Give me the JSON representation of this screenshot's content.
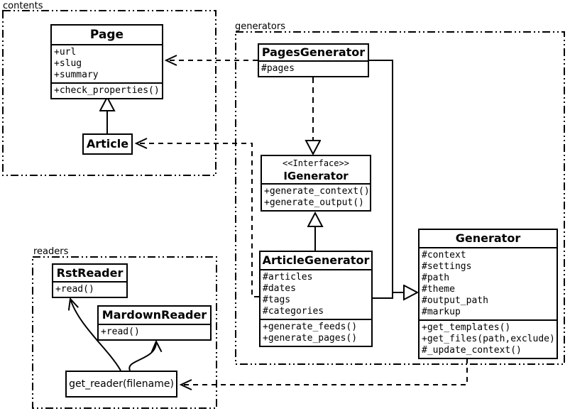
{
  "packages": {
    "contents": {
      "label": "contents"
    },
    "generators": {
      "label": "generators"
    },
    "readers": {
      "label": "readers"
    }
  },
  "classes": {
    "page": {
      "name": "Page",
      "attrs": [
        "+url",
        "+slug",
        "+summary"
      ],
      "methods": [
        "+check_properties()"
      ]
    },
    "article": {
      "name": "Article"
    },
    "pages_generator": {
      "name": "PagesGenerator",
      "attrs": [
        "#pages"
      ]
    },
    "igenerator": {
      "stereotype": "<<Interface>>",
      "name": "IGenerator",
      "methods": [
        "+generate_context()",
        "+generate_output()"
      ]
    },
    "article_generator": {
      "name": "ArticleGenerator",
      "attrs": [
        "#articles",
        "#dates",
        "#tags",
        "#categories"
      ],
      "methods": [
        "+generate_feeds()",
        "+generate_pages()"
      ]
    },
    "generator": {
      "name": "Generator",
      "attrs": [
        "#context",
        "#settings",
        "#path",
        "#theme",
        "#output_path",
        "#markup"
      ],
      "methods": [
        "+get_templates()",
        "+get_files(path,exclude)",
        "#_update_context()"
      ]
    },
    "rst_reader": {
      "name": "RstReader",
      "methods": [
        "+read()"
      ]
    },
    "mardown_reader": {
      "name": "MardownReader",
      "methods": [
        "+read()"
      ]
    },
    "get_reader": {
      "label": "get_reader(filename)"
    }
  },
  "relationships": [
    {
      "from": "Article",
      "to": "Page",
      "type": "inheritance"
    },
    {
      "from": "PagesGenerator",
      "to": "Page",
      "type": "dependency"
    },
    {
      "from": "ArticleGenerator",
      "to": "Article",
      "type": "dependency"
    },
    {
      "from": "PagesGenerator",
      "to": "IGenerator",
      "type": "realization"
    },
    {
      "from": "ArticleGenerator",
      "to": "IGenerator",
      "type": "inheritance"
    },
    {
      "from": "PagesGenerator",
      "to": "Generator",
      "type": "inheritance"
    },
    {
      "from": "ArticleGenerator",
      "to": "Generator",
      "type": "inheritance"
    },
    {
      "from": "Generator",
      "to": "get_reader(filename)",
      "type": "dependency"
    },
    {
      "from": "get_reader(filename)",
      "to": "RstReader",
      "type": "arrow"
    },
    {
      "from": "get_reader(filename)",
      "to": "MardownReader",
      "type": "arrow"
    }
  ],
  "colors": {
    "line": "#000000",
    "background": "#ffffff"
  }
}
